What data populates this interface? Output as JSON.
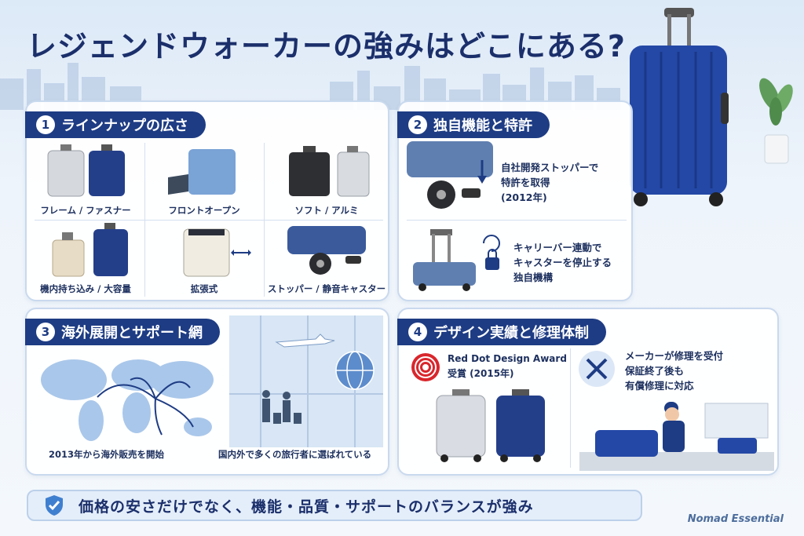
{
  "title": "レジェンドウォーカーの強みはどこにある?",
  "colors": {
    "navy": "#1e3c84",
    "accent_red": "#d9262c",
    "blue_suitcase": "#2448a6"
  },
  "sections": {
    "lineup": {
      "num": "1",
      "title": "ラインナップの広さ",
      "items": [
        {
          "label": "フレーム / ファスナー"
        },
        {
          "label": "フロントオープン"
        },
        {
          "label": "ソフト / アルミ"
        },
        {
          "label": "機内持ち込み / 大容量"
        },
        {
          "label": "拡張式"
        },
        {
          "label": "ストッパー / 静音キャスター"
        }
      ]
    },
    "patent": {
      "num": "2",
      "title": "独自機能と特許",
      "text1": [
        "自社開発ストッパーで",
        "特許を取得",
        "(2012年)"
      ],
      "text2": [
        "キャリーバー連動で",
        "キャスターを停止する",
        "独自機構"
      ]
    },
    "global": {
      "num": "3",
      "title": "海外展開とサポート網",
      "caption_left": "2013年から海外販売を開始",
      "caption_right": "国内外で多くの旅行者に選ばれている"
    },
    "design": {
      "num": "4",
      "title": "デザイン実績と修理体制",
      "award": [
        "Red Dot Design Award",
        "受賞 (2015年)"
      ],
      "repair": [
        "メーカーが修理を受付",
        "保証終了後も",
        "有償修理に対応"
      ]
    }
  },
  "bottom_message": "価格の安さだけでなく、機能・品質・サポートのバランスが強み",
  "brand": "Nomad Essential"
}
